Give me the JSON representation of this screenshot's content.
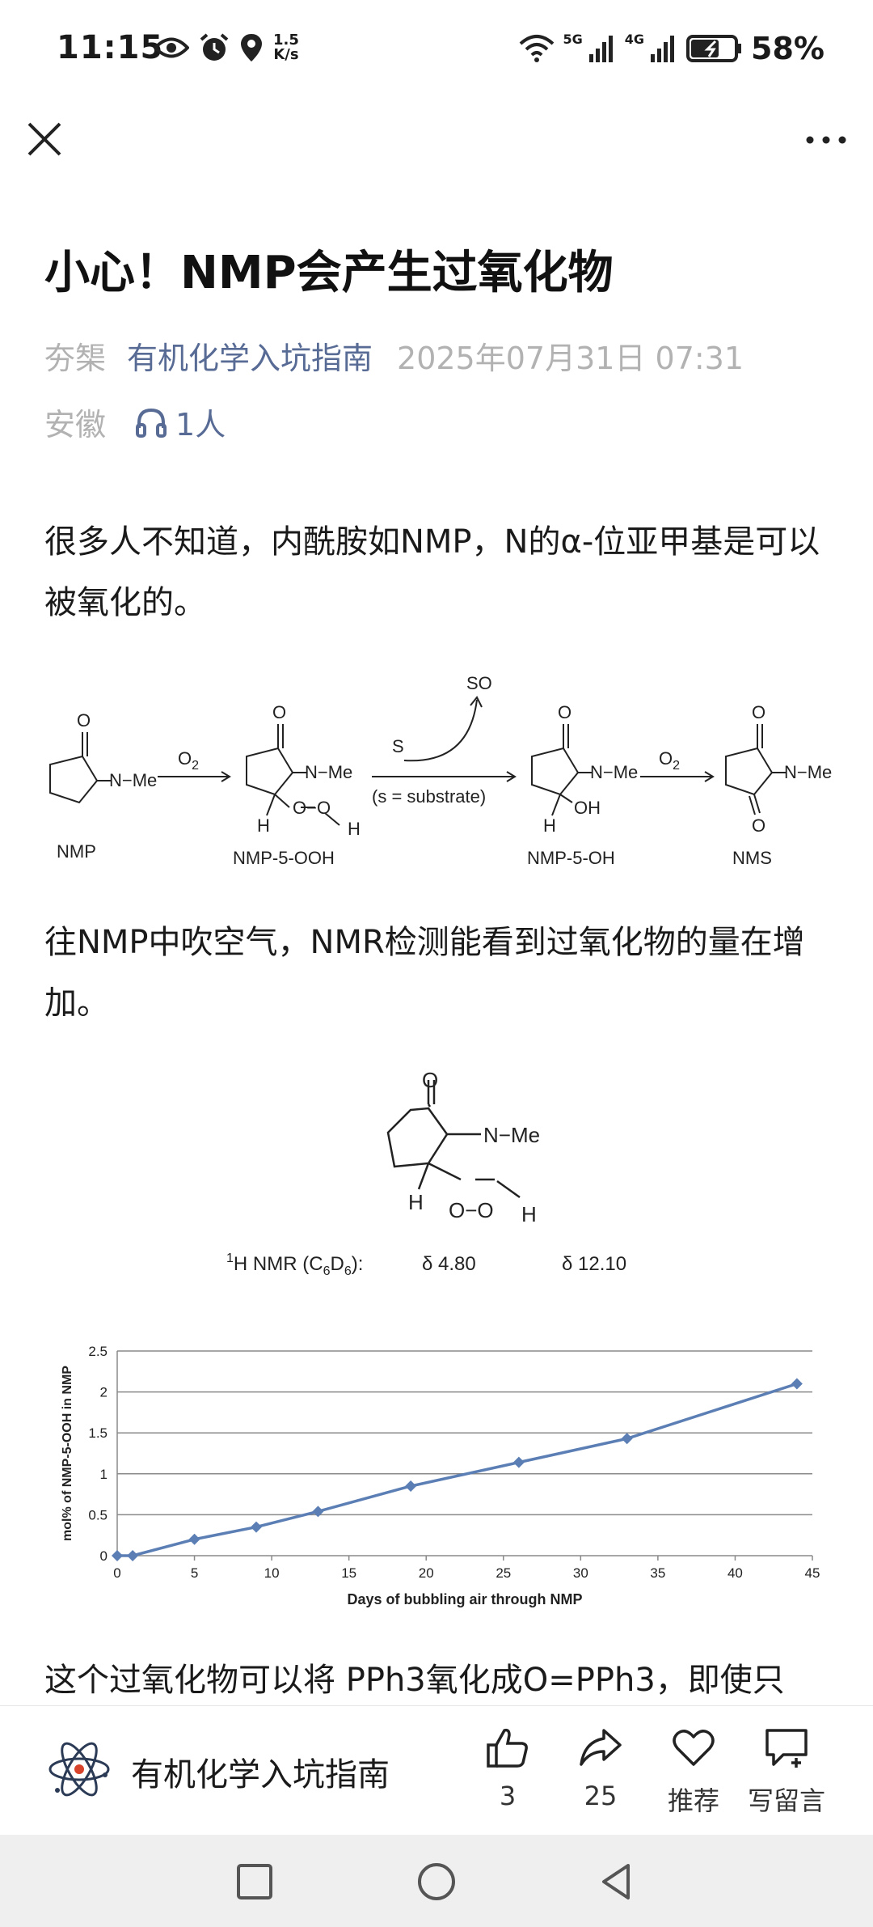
{
  "status": {
    "time": "11:15",
    "netspeed_value": "1.5",
    "netspeed_unit": "K/s",
    "net1": "5G",
    "net2": "4G",
    "battery": "58%"
  },
  "icons": {
    "eye": "eye-icon",
    "alarm": "alarm-icon",
    "location": "location-icon",
    "wifi": "wifi-icon",
    "signal": "signal-icon",
    "battery": "battery-icon",
    "close": "close-icon",
    "more": "more-icon",
    "headphones": "headphones-icon",
    "like": "thumbs-up-icon",
    "share": "share-icon",
    "recommend": "heart-icon",
    "comment": "comment-icon"
  },
  "article": {
    "title": "小心！NMP会产生过氧化物",
    "author": "夯榘",
    "account": "有机化学入坑指南",
    "datetime": "2025年07月31日 07:31",
    "location": "安徽",
    "listeners": "1人",
    "para1": "很多人不知道，内酰胺如NMP，N的α-位亚甲基是可以被氧化的。",
    "para2": "往NMP中吹空气，NMR检测能看到过氧化物的量在增加。",
    "para3": "这个过氧化物可以将 PPh3氧化成O=PPh3，即使只"
  },
  "scheme": {
    "nmp": "NMP",
    "nmp5ooh": "NMP-5-OOH",
    "nmp5oh": "NMP-5-OH",
    "nms": "NMS",
    "o2": "O",
    "o2_sub": "2",
    "s": "S",
    "so": "SO",
    "substrate": "(s = substrate)",
    "nme": "N−Me",
    "o": "O",
    "h": "H",
    "oo": "O−O",
    "oh": "OH"
  },
  "nmr": {
    "prefix": "H NMR (C",
    "sup1": "1",
    "sub6a": "6",
    "mid": "D",
    "sub6b": "6",
    "suffix": "):",
    "shift1": "δ 4.80",
    "shift2": "δ 12.10"
  },
  "chart_data": {
    "type": "line",
    "xlabel": "Days of bubbling air through NMP",
    "ylabel": "mol% of NMP-5-OOH in NMP",
    "xlim": [
      0,
      45
    ],
    "ylim": [
      0,
      2.5
    ],
    "xticks": [
      0,
      5,
      10,
      15,
      20,
      25,
      30,
      35,
      40,
      45
    ],
    "yticks": [
      0,
      0.5,
      1,
      1.5,
      2,
      2.5
    ],
    "grid": "horizontal",
    "color": "#5b7fb5",
    "series": [
      {
        "x": [
          0,
          1,
          5,
          9,
          13,
          19,
          26,
          33,
          44
        ],
        "y": [
          0,
          0,
          0.2,
          0.35,
          0.54,
          0.85,
          1.14,
          1.43,
          2.1
        ]
      }
    ]
  },
  "bottom": {
    "account": "有机化学入坑指南",
    "like_count": "3",
    "share_count": "25",
    "recommend": "推荐",
    "comment": "写留言"
  },
  "nav": {
    "recents": "square-icon",
    "home": "circle-icon",
    "back": "triangle-back-icon"
  }
}
